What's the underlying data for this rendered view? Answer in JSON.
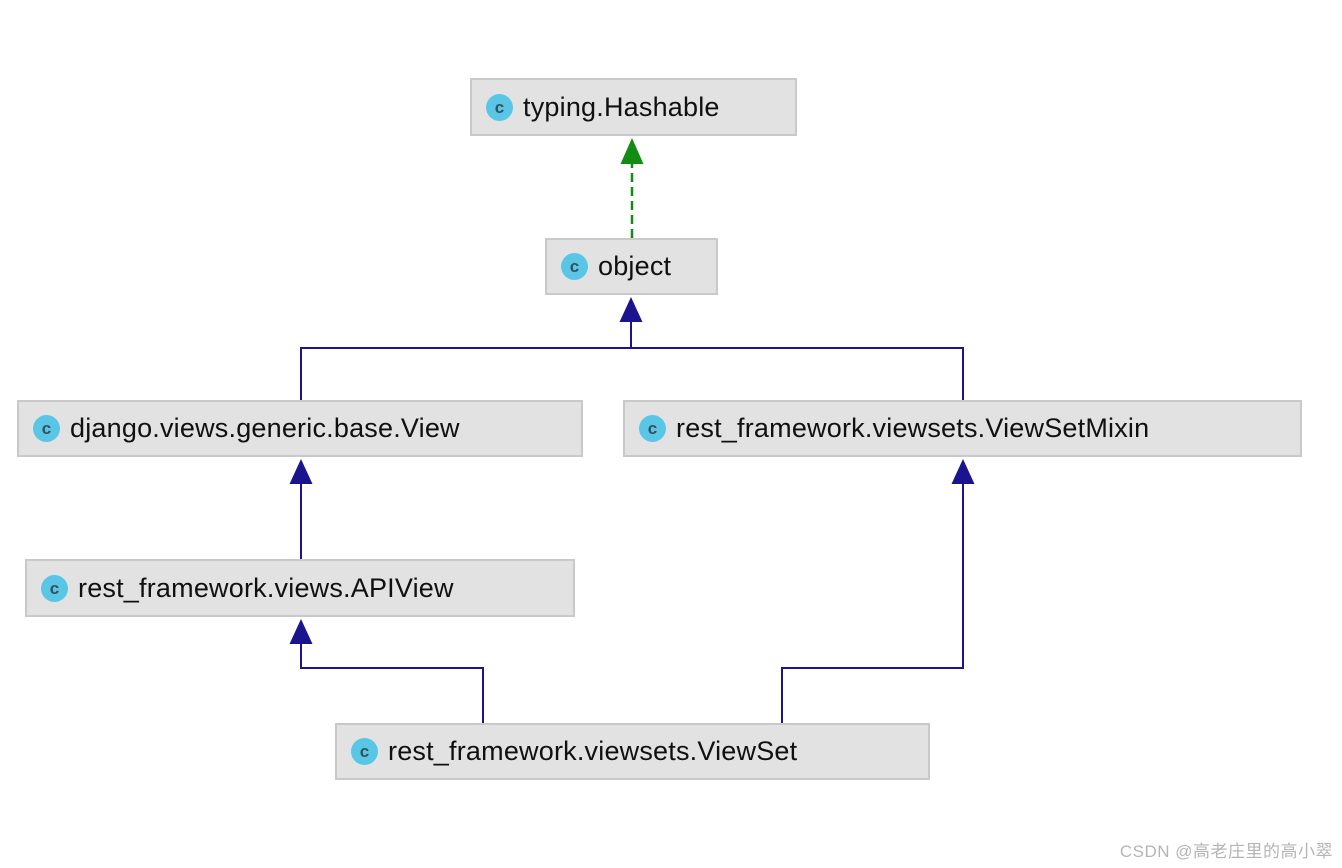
{
  "diagram": {
    "icon_letter": "c",
    "icon_meaning": "class",
    "colors": {
      "inheritance_edge": "#1a148f",
      "virtual_inheritance_edge": "#138c13",
      "node_fill": "#e2e2e2",
      "node_border": "#c9c9c9",
      "class_icon_fill": "#5ac6e6",
      "class_icon_letter": "#33525e"
    },
    "nodes": [
      {
        "id": "hashable",
        "label": "typing.Hashable"
      },
      {
        "id": "object",
        "label": "object"
      },
      {
        "id": "django-view",
        "label": "django.views.generic.base.View"
      },
      {
        "id": "viewsetmixin",
        "label": "rest_framework.viewsets.ViewSetMixin"
      },
      {
        "id": "apiview",
        "label": "rest_framework.views.APIView"
      },
      {
        "id": "viewset",
        "label": "rest_framework.viewsets.ViewSet"
      }
    ],
    "edges": [
      {
        "from": "object",
        "to": "hashable",
        "style": "dashed",
        "color": "#138c13"
      },
      {
        "from": "django-view",
        "to": "object",
        "style": "solid",
        "color": "#1a148f"
      },
      {
        "from": "viewsetmixin",
        "to": "object",
        "style": "solid",
        "color": "#1a148f"
      },
      {
        "from": "apiview",
        "to": "django-view",
        "style": "solid",
        "color": "#1a148f"
      },
      {
        "from": "viewset",
        "to": "apiview",
        "style": "solid",
        "color": "#1a148f"
      },
      {
        "from": "viewset",
        "to": "viewsetmixin",
        "style": "solid",
        "color": "#1a148f"
      }
    ]
  },
  "watermark": {
    "text": "CSDN @高老庄里的高小翠"
  }
}
